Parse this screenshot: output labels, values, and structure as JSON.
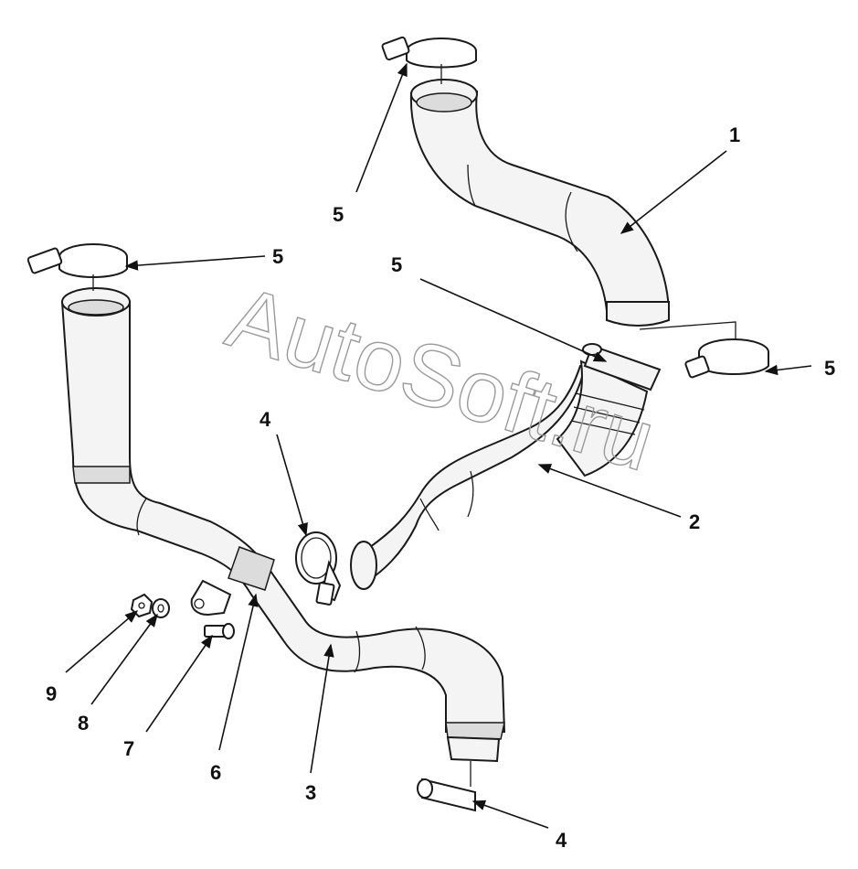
{
  "watermark": "AutoSoft.ru",
  "callouts": [
    {
      "id": "c1",
      "label": "1"
    },
    {
      "id": "c2",
      "label": "2"
    },
    {
      "id": "c3",
      "label": "3"
    },
    {
      "id": "c4a",
      "label": "4"
    },
    {
      "id": "c4b",
      "label": "4"
    },
    {
      "id": "c5a",
      "label": "5"
    },
    {
      "id": "c5b",
      "label": "5"
    },
    {
      "id": "c5c",
      "label": "5"
    },
    {
      "id": "c5d",
      "label": "5"
    },
    {
      "id": "c6",
      "label": "6"
    },
    {
      "id": "c7",
      "label": "7"
    },
    {
      "id": "c8",
      "label": "8"
    },
    {
      "id": "c9",
      "label": "9"
    }
  ],
  "colors": {
    "line": "#1a1a1a",
    "watermark": "#9a9a9a"
  }
}
